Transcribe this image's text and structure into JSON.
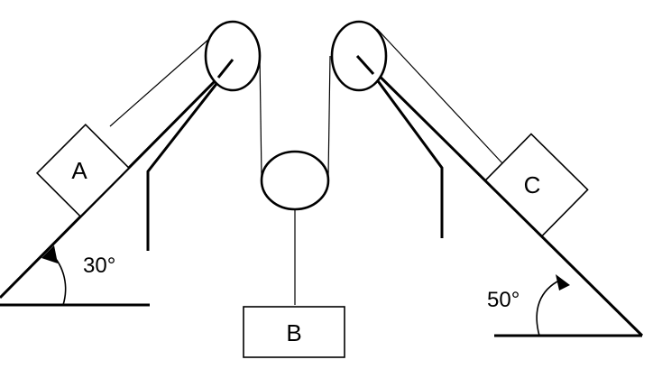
{
  "blocks": {
    "a": "A",
    "b": "B",
    "c": "C"
  },
  "angles": {
    "left": "30°",
    "right": "50°"
  }
}
